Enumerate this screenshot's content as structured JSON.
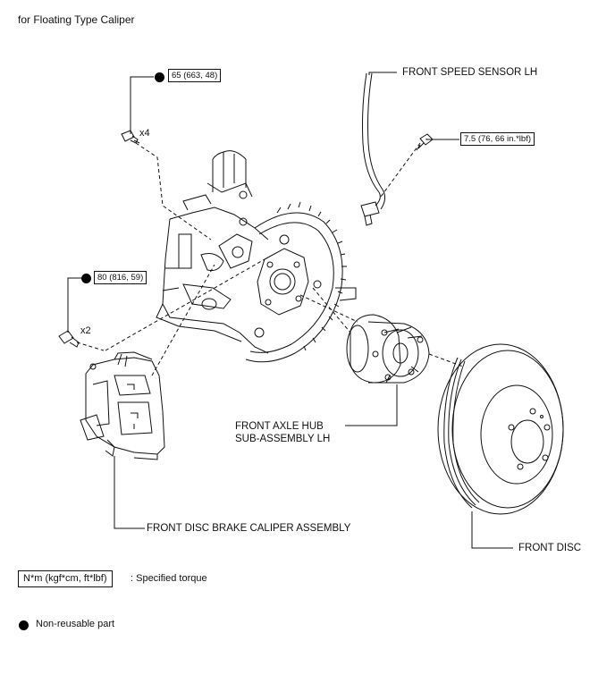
{
  "header": "for Floating Type Caliper",
  "labels": {
    "speed_sensor": "FRONT SPEED SENSOR LH",
    "hub_line1": "FRONT AXLE HUB",
    "hub_line2": "SUB-ASSEMBLY LH",
    "caliper": "FRONT DISC BRAKE CALIPER ASSEMBLY",
    "disc": "FRONT DISC"
  },
  "torques": {
    "caliper_bracket_bolt": "65 (663, 48)",
    "sensor_bolt": "7.5 (76, 66 in.*lbf)",
    "caliper_bolt": "80 (816, 59)"
  },
  "quantities": {
    "upper_bolts": "x4",
    "caliper_bolts": "x2"
  },
  "legend": {
    "torque_box": "N*m (kgf*cm, ft*lbf)",
    "torque_desc": ": Specified torque",
    "nonreusable_desc": "Non-reusable part"
  },
  "colors": {
    "ink": "#111111",
    "symbol": "#000000"
  }
}
